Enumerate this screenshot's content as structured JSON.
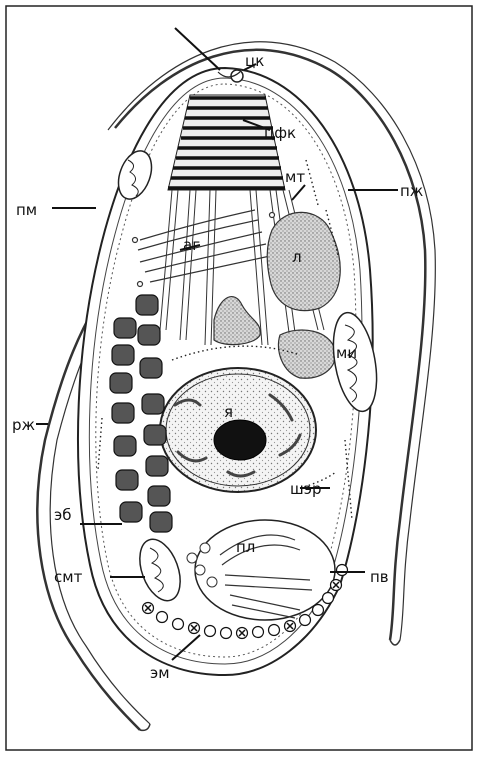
{
  "labels": {
    "tsk": "цк",
    "tsfk": "цфк",
    "mt": "мт",
    "pzh": "пж",
    "pm": "пм",
    "ag": "аг",
    "l": "л",
    "mi": "ми",
    "rzh": "рж",
    "ya": "я",
    "sher": "шэр",
    "eb": "эб",
    "pl": "пл",
    "smt": "смт",
    "pv": "пв",
    "em": "эм"
  }
}
